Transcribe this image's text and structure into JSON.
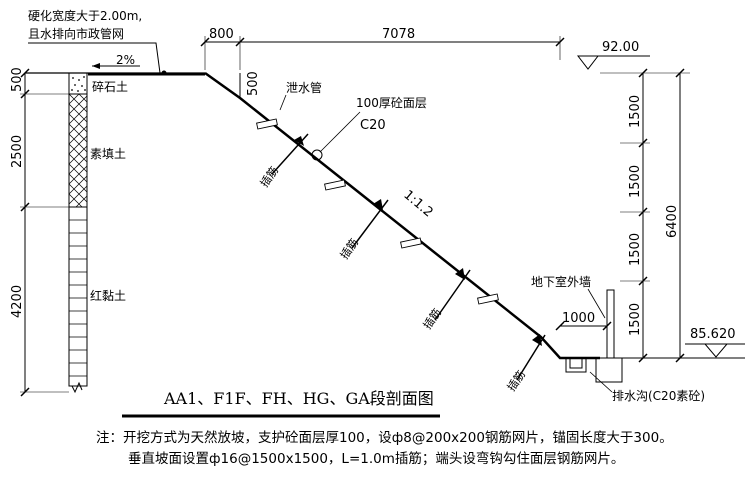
{
  "labels": {
    "hardened_width": "硬化宽度大于2.00m,",
    "drain_to_network": "且水排向市政管网",
    "slope_pct": "2%",
    "gravel": "碎石土",
    "plain_fill": "素填土",
    "red_clay": "红黏土",
    "drain_pipe": "泄水管",
    "surface_layer": "100厚砼面层",
    "surface_grade": "C20",
    "slope_ratio": "1:1.2",
    "nail": "插筋",
    "basement_wall": "地下室外墙",
    "drain_ditch": "排水沟(C20素砼)"
  },
  "dimensions": {
    "top_left": "800",
    "top_right": "7078",
    "top_elev": "92.00",
    "bottom_elev": "85.620",
    "crest_depth": "500",
    "layer_500": "500",
    "layer_2500": "2500",
    "layer_4200": "4200",
    "seg_1500_a": "1500",
    "seg_1500_b": "1500",
    "seg_1500_c": "1500",
    "seg_1500_d": "1500",
    "total_6400": "6400",
    "toe_1000": "1000"
  },
  "title": "AA1、F1F、FH、HG、GA段剖面图",
  "notes": {
    "line1": "注：开挖方式为天然放坡，支护砼面层厚100，设ф8@200x200钢筋网片，锚固长度大于300。",
    "line2": "垂直坡面设置ф16@1500x1500，L=1.0m插筋；端头设弯钩勾住面层钢筋网片。"
  }
}
